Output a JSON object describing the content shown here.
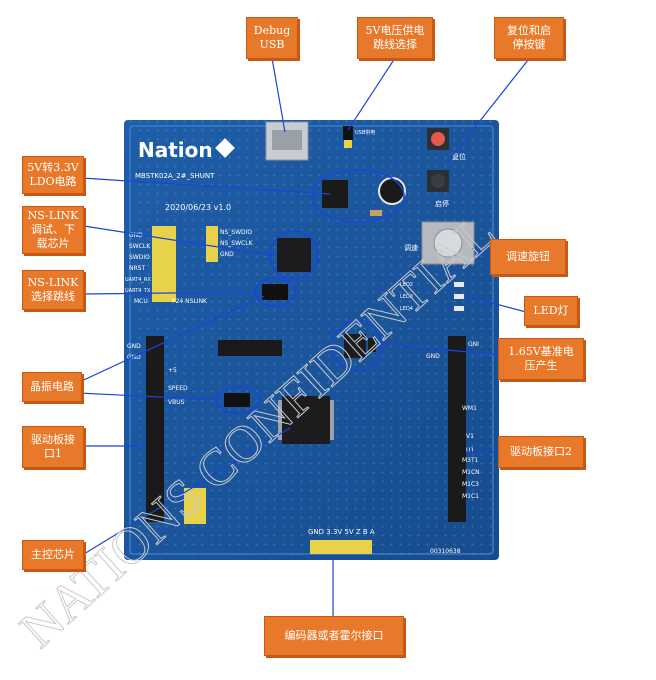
{
  "labels": {
    "debug_usb": "Debug\nUSB",
    "power_jumper": "5V电压供电\n跳线选择",
    "reset_start_key": "复位和启\n停按键",
    "ldo": "5V转3.3V\nLDO电路",
    "nslink_chip": "NS-LINK\n调试、下\n载芯片",
    "speed_knob": "调速旋钮",
    "nslink_jumper": "NS-LINK\n选择跳线",
    "led": "LED灯",
    "ref_voltage": "1.65V基准电\n压产生",
    "crystal": "晶振电路",
    "drive_port1": "驱动板接\n口1",
    "drive_port2": "驱动板接口2",
    "main_chip": "主控芯片",
    "encoder_port": "编码器或者霍尔接口"
  },
  "silkscreen": {
    "brand": "Nation",
    "board_name": "MBSTK02A_2#_SHUNT",
    "date": "2020/06/23  v1.0",
    "serial": "00310638",
    "usb_power": "USB供电",
    "reset": "复位",
    "start": "启停",
    "speed": "调速",
    "pins_left": [
      "GND",
      "SWCLK",
      "SWDIO",
      "NRST",
      "UART4_RX",
      "UART4_TX",
      "MCU"
    ],
    "pins_mid": [
      "NS_SWDIO",
      "NS_SWCLK",
      "GND"
    ],
    "nslink_tag": "P24 NSLINK",
    "leds": [
      "LED2",
      "LED3",
      "LED4"
    ],
    "cn2_pins": [
      "GND",
      "GND",
      "+5",
      "SPEED",
      "VBUS"
    ],
    "cn1_pins": [
      "GNI",
      "GND",
      "WM1",
      "V1",
      "U1",
      "M3T1",
      "M1CN",
      "M1C3",
      "M1C1"
    ],
    "encoder_pins": "GND  3.3V  5V  Z  B  A",
    "watermark": "NATIONS CONFIDENTIAL"
  }
}
